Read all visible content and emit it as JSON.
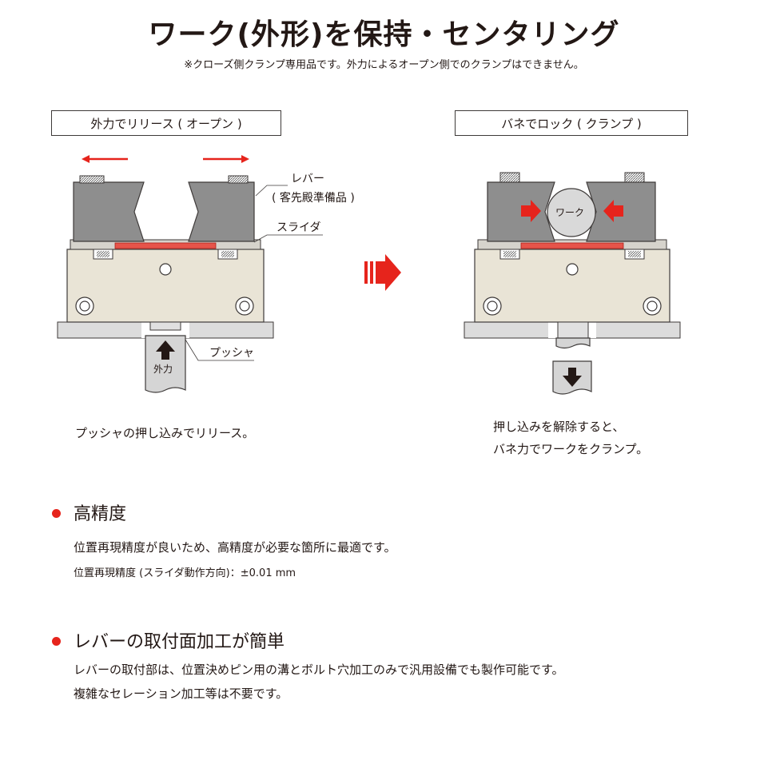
{
  "header": {
    "title": "ワーク(外形)を保持・センタリング",
    "note": "※クローズ側クランプ専用品です。外力によるオープン側でのクランプはできません。"
  },
  "diagram": {
    "left_mode": "外力でリリース ( オープン )",
    "right_mode": "バネでロック ( クランプ )",
    "label_lever": "レバー",
    "label_lever_sub": "( 客先殿準備品 )",
    "label_slider": "スライダ",
    "label_pusher": "プッシャ",
    "label_external_force": "外力",
    "label_work": "ワーク",
    "left_caption": "プッシャの押し込みでリリース。",
    "right_caption_line1": "押し込みを解除すると、",
    "right_caption_line2": "バネ力でワークをクランプ。"
  },
  "sections": [
    {
      "heading": "高精度",
      "body": "位置再現精度が良いため、高精度が必要な箇所に最適です。",
      "spec": "位置再現精度 (スライダ動作方向)：±0.01 mm"
    },
    {
      "heading": "レバーの取付面加工が簡単",
      "body_line1": "レバーの取付部は、位置決めピン用の溝とボルト穴加工のみで汎用設備でも製作可能です。",
      "body_line2": "複雑なセレーション加工等は不要です。"
    }
  ],
  "colors": {
    "accent_red": "#e6241c",
    "body_beige": "#e9e4d6",
    "lever_gray": "#8e8e8e",
    "base_gray": "#d8d8d8"
  }
}
